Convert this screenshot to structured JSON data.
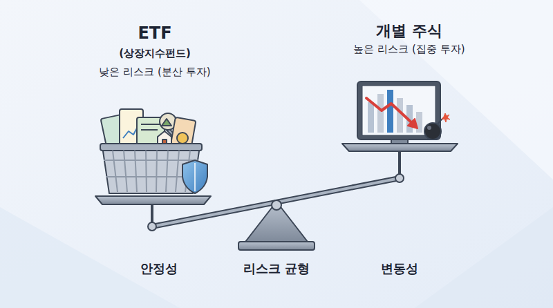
{
  "diagram": {
    "labels": [
      "ETF",
      "(상장지수펀드)",
      "낮은 리스크 (분산 투자)",
      "개별 주식",
      "높은 리스크 (집중 투자)",
      "안정성",
      "리스크 균형",
      "변동성"
    ]
  }
}
